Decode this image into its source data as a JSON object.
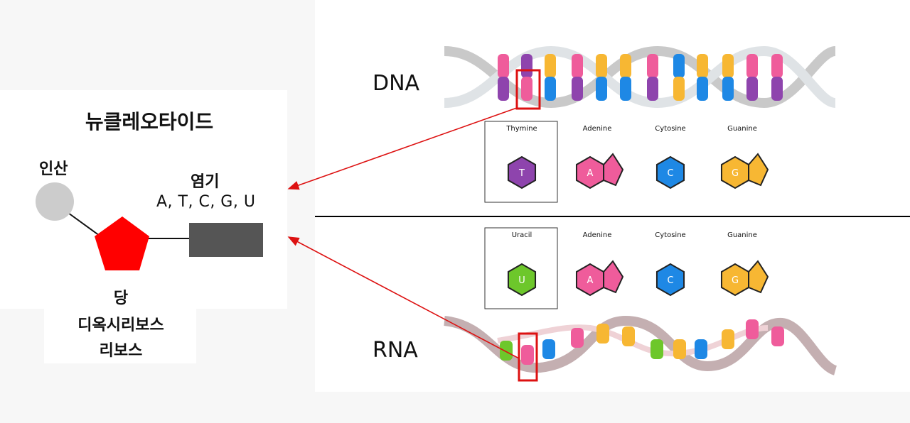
{
  "nucleotide": {
    "title": "뉴클레오타이드",
    "phosphate": "인산",
    "base": "염기",
    "base_list": "A, T, C, G, U",
    "sugar": "당",
    "sugar_deoxy": "디옥시리보스",
    "sugar_ribo": "리보스"
  },
  "dna_label": "DNA",
  "rna_label": "RNA",
  "dna_bases": [
    {
      "name": "Thymine",
      "letter": "T",
      "color": "#8e44ad"
    },
    {
      "name": "Adenine",
      "letter": "A",
      "color": "#ef5c9b"
    },
    {
      "name": "Cytosine",
      "letter": "C",
      "color": "#1e88e5"
    },
    {
      "name": "Guanine",
      "letter": "G",
      "color": "#f7b733"
    }
  ],
  "rna_bases": [
    {
      "name": "Uracil",
      "letter": "U",
      "color": "#6dc72b"
    },
    {
      "name": "Adenine",
      "letter": "A",
      "color": "#ef5c9b"
    },
    {
      "name": "Cytosine",
      "letter": "C",
      "color": "#1e88e5"
    },
    {
      "name": "Guanine",
      "letter": "G",
      "color": "#f7b733"
    }
  ],
  "colors": {
    "phosphate": "#cccccc",
    "sugar": "#ff0000",
    "base": "#555555",
    "arrow": "#dd1111",
    "highlight": "#dd1111"
  }
}
